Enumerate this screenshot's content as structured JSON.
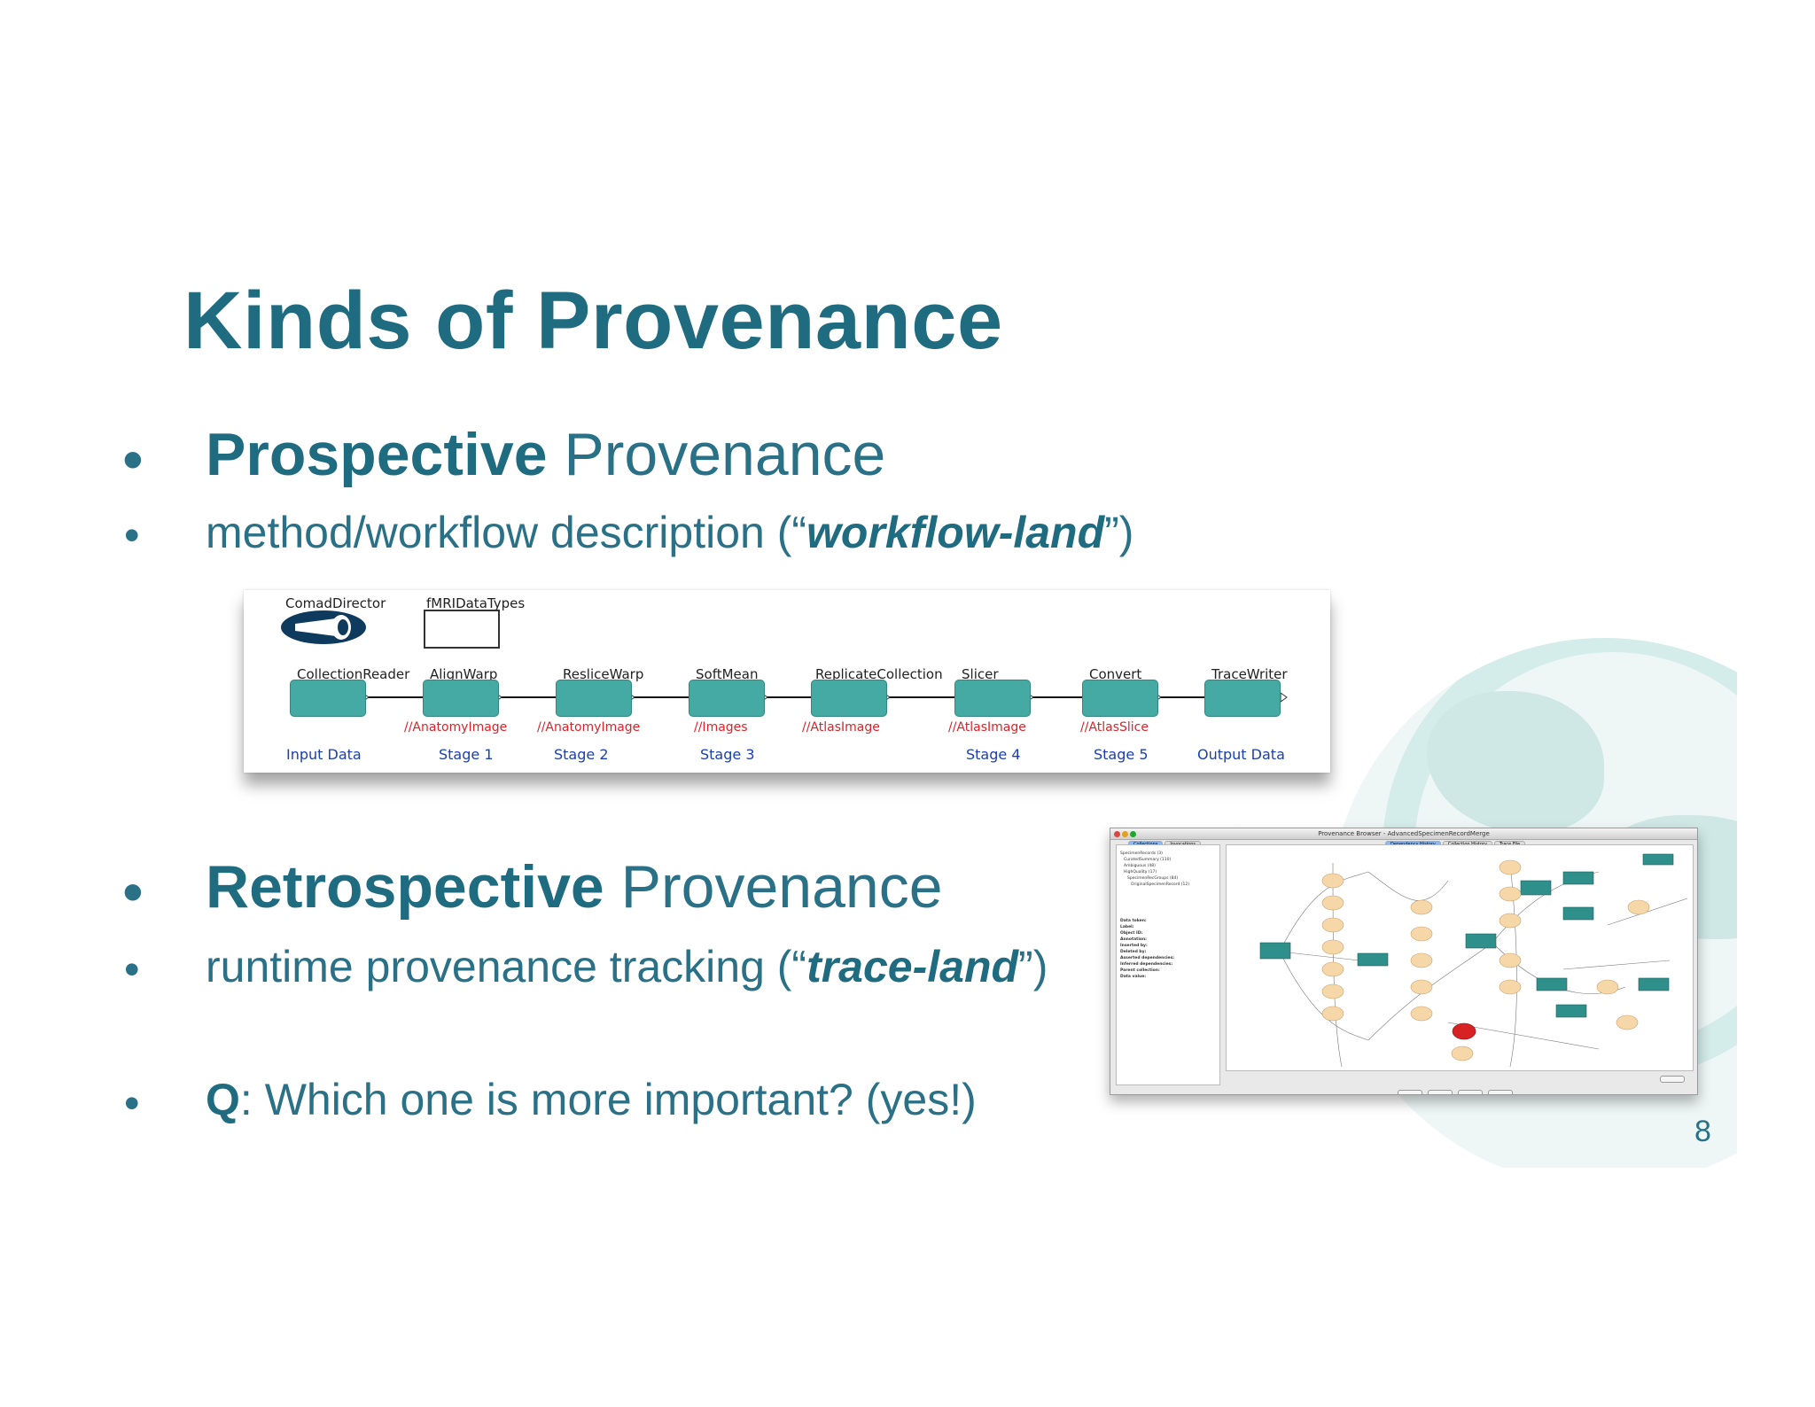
{
  "slide": {
    "title": "Kinds of Provenance",
    "bullet": "•",
    "bullets": [
      {
        "bold": "Prospective",
        "rest": " Provenance"
      },
      {
        "pre": "method/workflow description (“",
        "emph": "workflow-land",
        "post": "”)"
      },
      {
        "bold": "Retrospective",
        "rest": " Provenance"
      },
      {
        "pre": "runtime provenance tracking (“",
        "emph": "trace-land",
        "post": "”)"
      },
      {
        "bold": "Q",
        "rest": ": Which one is more important? (yes!)"
      }
    ],
    "page_number": "8"
  },
  "workflow": {
    "director": "ComadDirector",
    "types": "fMRIDataTypes",
    "actors": [
      {
        "name": "CollectionReader",
        "out_type": "",
        "stage": "Input Data"
      },
      {
        "name": "AlignWarp",
        "out_type": "//AnatomyImage",
        "stage": "Stage 1"
      },
      {
        "name": "ResliceWarp",
        "out_type": "//AnatomyImage",
        "stage": "Stage 2"
      },
      {
        "name": "SoftMean",
        "out_type": "//Images",
        "stage": "Stage 3"
      },
      {
        "name": "ReplicateCollection",
        "out_type": "//AtlasImage",
        "stage": ""
      },
      {
        "name": "Slicer",
        "out_type": "//AtlasImage",
        "stage": "Stage 4"
      },
      {
        "name": "Convert",
        "out_type": "//AtlasSlice",
        "stage": "Stage 5"
      },
      {
        "name": "TraceWriter",
        "out_type": "",
        "stage": "Output Data"
      }
    ]
  },
  "provenance_browser": {
    "window_title": "Provenance Browser - AdvancedSpecimenRecordMerge",
    "tabs_left": [
      "Collections",
      "Invocations"
    ],
    "tabs_right": [
      "Dependency History",
      "Collection History",
      "Trace File"
    ],
    "tree": [
      "SpecimenRecords (3)",
      "CuratedSummary (110)",
      "Ambiguous (48)",
      "HighQuality (17)",
      "SpecimenRecGroups (84)",
      "OriginalSpecimenRecord (12)"
    ],
    "details": [
      "Data token:",
      "Label:",
      "Object ID:",
      "Annotation:",
      "Inserted by:",
      "Deleted by:",
      "Asserted dependencies:",
      "Inferred dependencies:",
      "Parent collection:",
      "Data value:"
    ]
  }
}
